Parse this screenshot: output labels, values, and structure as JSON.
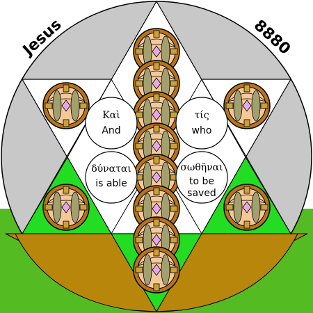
{
  "corner_text": {
    "left": "Jesus",
    "right": "8880"
  },
  "circles": [
    {
      "greek": "Καὶ",
      "english": "And",
      "english2": ""
    },
    {
      "greek": "τίς",
      "english": "who",
      "english2": ""
    },
    {
      "greek": "δύναται",
      "english": "is able",
      "english2": ""
    },
    {
      "greek": "σωθῆναι",
      "english": "to be",
      "english2": "saved"
    }
  ],
  "colors": {
    "sky": "#ffffff",
    "grass": "#55bb22",
    "earth": "#b8860b",
    "disc": "#c8c8c8",
    "star_light": "#ffffff",
    "star_green": "#22dd22",
    "medallion_ring": "#b8741a",
    "medallion_fill": "#f5c89a",
    "petal_olive": "#a3a070",
    "petal_pink": "#e4a8e8"
  }
}
